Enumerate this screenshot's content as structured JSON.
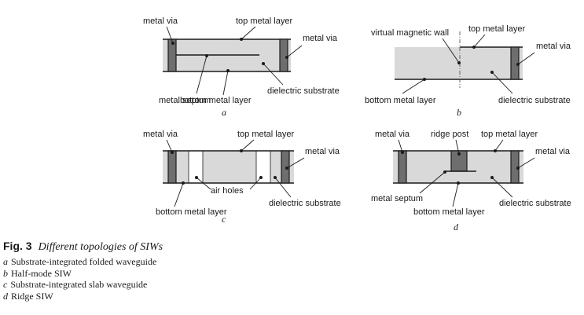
{
  "figure": {
    "panels": {
      "a": {
        "letter": "a",
        "labels": {
          "metal_via_left": "metal via",
          "top_metal_layer": "top metal layer",
          "metal_via_right": "metal via",
          "metal_septum": "metal septum",
          "bottom_metal_layer": "bottom metal layer",
          "dielectric_substrate": "dielectric substrate"
        }
      },
      "b": {
        "letter": "b",
        "labels": {
          "virtual_magnetic_wall": "virtual magnetic wall",
          "top_metal_layer": "top metal layer",
          "metal_via": "metal via",
          "bottom_metal_layer": "bottom metal layer",
          "dielectric_substrate": "dielectric substrate"
        }
      },
      "c": {
        "letter": "c",
        "labels": {
          "metal_via_left": "metal via",
          "top_metal_layer": "top metal layer",
          "metal_via_right": "metal via",
          "air_holes": "air holes",
          "bottom_metal_layer": "bottom metal layer",
          "dielectric_substrate": "dielectric substrate"
        }
      },
      "d": {
        "letter": "d",
        "labels": {
          "metal_via_left": "metal via",
          "ridge_post": "ridge post",
          "top_metal_layer": "top metal layer",
          "metal_via_right": "metal via",
          "metal_septum": "metal septum",
          "bottom_metal_layer": "bottom metal layer",
          "dielectric_substrate": "dielectric substrate"
        }
      }
    }
  },
  "caption": {
    "fig_number": "Fig. 3",
    "title": "Different topologies of SIWs",
    "items": [
      {
        "letter": "a",
        "text": "Substrate-integrated folded waveguide"
      },
      {
        "letter": "b",
        "text": "Half-mode SIW"
      },
      {
        "letter": "c",
        "text": "Substrate-integrated slab waveguide"
      },
      {
        "letter": "d",
        "text": "Ridge SIW"
      }
    ]
  }
}
